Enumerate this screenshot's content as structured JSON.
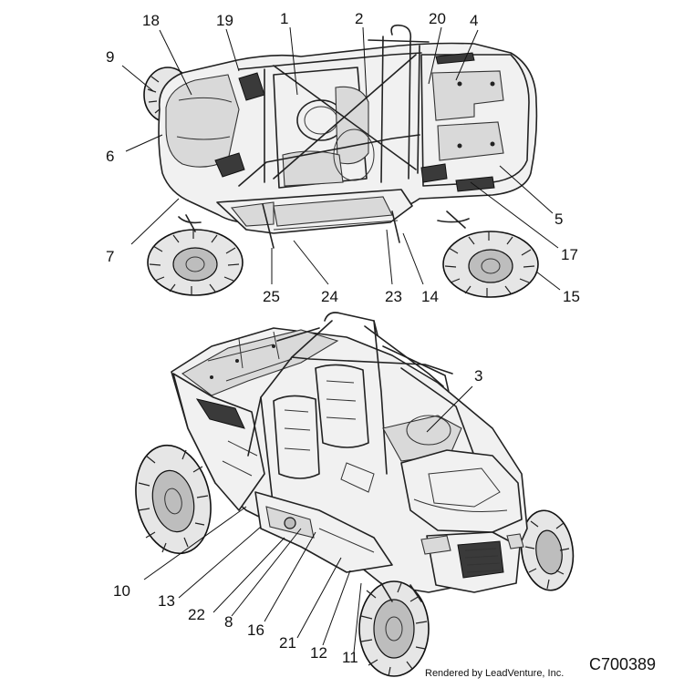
{
  "diagram": {
    "code": "C700389",
    "credit": "Rendered by LeadVenture, Inc.",
    "callouts": [
      "1",
      "2",
      "3",
      "4",
      "5",
      "6",
      "7",
      "8",
      "9",
      "10",
      "11",
      "12",
      "13",
      "14",
      "15",
      "16",
      "17",
      "18",
      "19",
      "20",
      "21",
      "22",
      "23",
      "24",
      "25"
    ]
  }
}
